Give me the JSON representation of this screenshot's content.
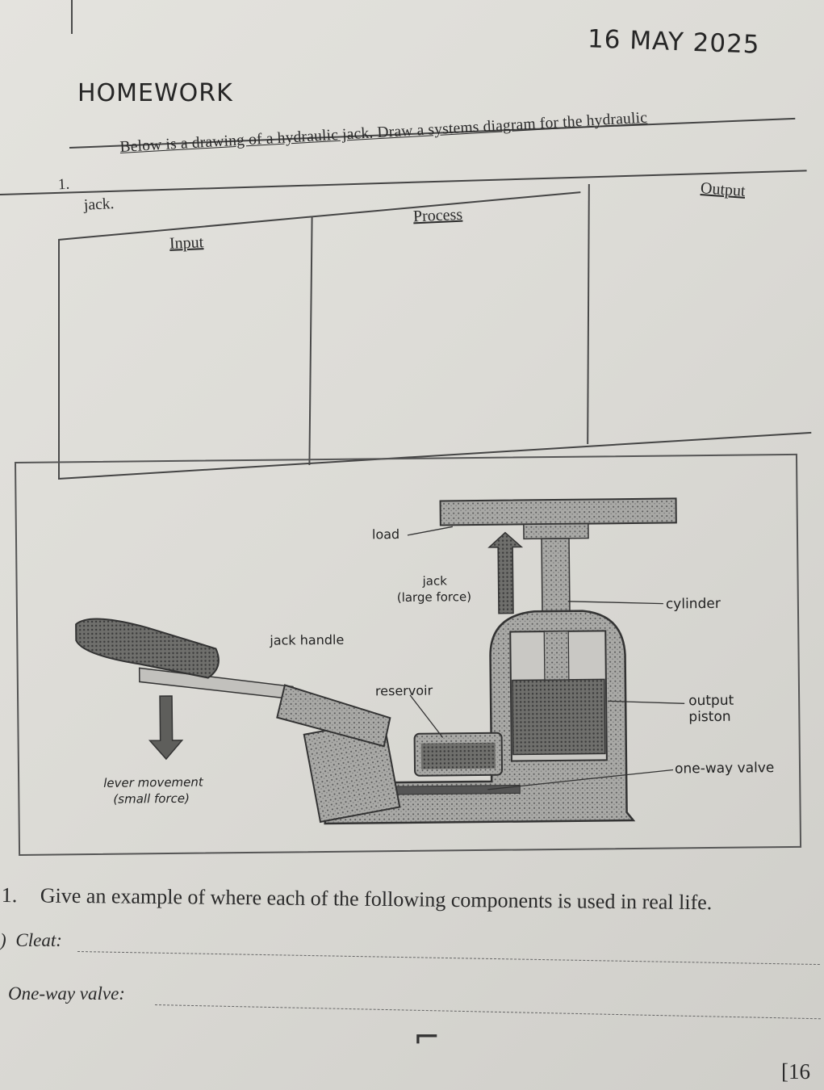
{
  "date": "16 MAY 2025",
  "title": "HOMEWORK",
  "question1": {
    "number": "1.",
    "text": "Below is a drawing of a hydraulic jack. Draw a systems diagram for the hydraulic",
    "continuation": "jack.",
    "columns": [
      "Input",
      "Process",
      "Output"
    ]
  },
  "diagram": {
    "labels": {
      "load": "load",
      "jack": "jack",
      "large_force": "(large force)",
      "cylinder": "cylinder",
      "jack_handle": "jack handle",
      "reservoir": "reservoir",
      "output": "output",
      "piston": "piston",
      "lever_movement": "lever movement",
      "small_force": "(small force)",
      "one_way_valve": "one-way valve"
    }
  },
  "question2": {
    "number": "1.",
    "text": "Give an example of where each of the following components is used in real life.",
    "items": [
      {
        "prefix": ")",
        "label": "Cleat:"
      },
      {
        "prefix": "",
        "label": "One-way valve:"
      }
    ]
  },
  "marks": "[16",
  "colors": {
    "ink": "#2a2a2a",
    "paper": "#dfded9",
    "diagram_fill": "#8f8f8f"
  }
}
